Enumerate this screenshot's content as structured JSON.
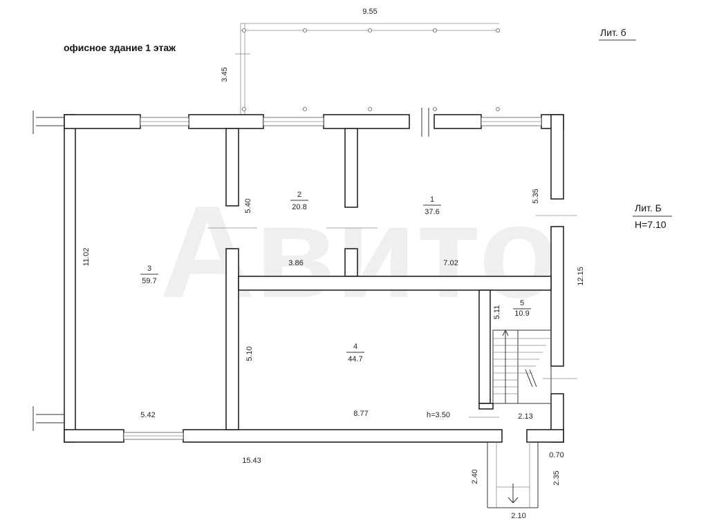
{
  "title": "офисное здание 1 этаж",
  "lit_small": "Лит. б",
  "lit_big": "Лит. Б",
  "height_label": "H=7.10",
  "watermark": "Авито",
  "rooms": [
    {
      "num": "1",
      "area": "37.6"
    },
    {
      "num": "2",
      "area": "20.8"
    },
    {
      "num": "3",
      "area": "59.7"
    },
    {
      "num": "4",
      "area": "44.7"
    },
    {
      "num": "5",
      "area": "10.9"
    }
  ],
  "dims": {
    "top": "9.55",
    "left_canopy": "3.45",
    "left_total": "11.02",
    "r2_height": "5.40",
    "r2_width": "3.86",
    "r1_width": "7.02",
    "r1_height": "5.35",
    "right_total": "12.15",
    "r4_height": "5.10",
    "r4_width": "8.77",
    "r4_h": "h=3.50",
    "r5_height": "5.11",
    "r3_width": "5.42",
    "bottom_total": "15.43",
    "porch_width": "2.13",
    "porch_side": "0.70",
    "stair_l": "2.40",
    "stair_r": "2.35",
    "stair_w": "2.10"
  }
}
